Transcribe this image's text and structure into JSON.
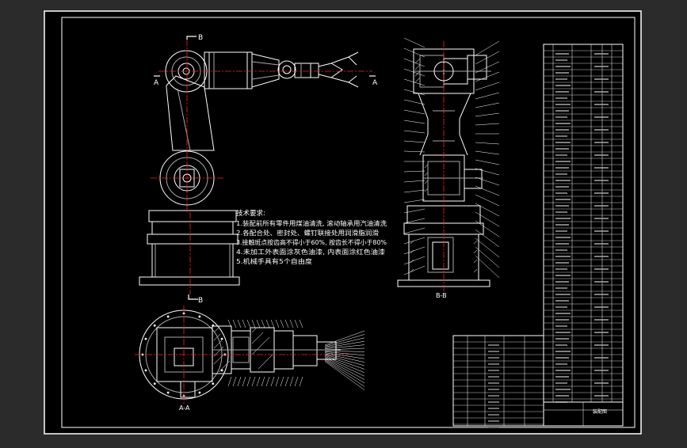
{
  "colors": {
    "background": "#2b2b2b",
    "sheet": "#000000",
    "line": "#ffffff",
    "centerline": "#ff2020",
    "grey": "#a8a8a8",
    "cyan": "#00c8ff",
    "green": "#00ff00",
    "magenta": "#ff40ff"
  },
  "views": {
    "front_marker": "B",
    "section_a_left": "A",
    "section_a_right": "A",
    "bottom_marker": "B",
    "section_bb_label": "B-B",
    "section_aa_label": "A-A"
  },
  "notes": {
    "title": "技术要求:",
    "items": [
      "1.装配前所有零件用煤油清洗, 滚动轴承用汽油清洗",
      "2.各配合处、密封处、螺钉联接处用润滑脂润滑",
      "3.接触斑点按齿高不得小于60%, 按齿长不得小于80%",
      "4.未加工外表面涂灰色油漆, 内表面涂红色油漆",
      "5.机械手具有5个自由度"
    ]
  },
  "title_block": {
    "drawing_name": "装配图"
  }
}
